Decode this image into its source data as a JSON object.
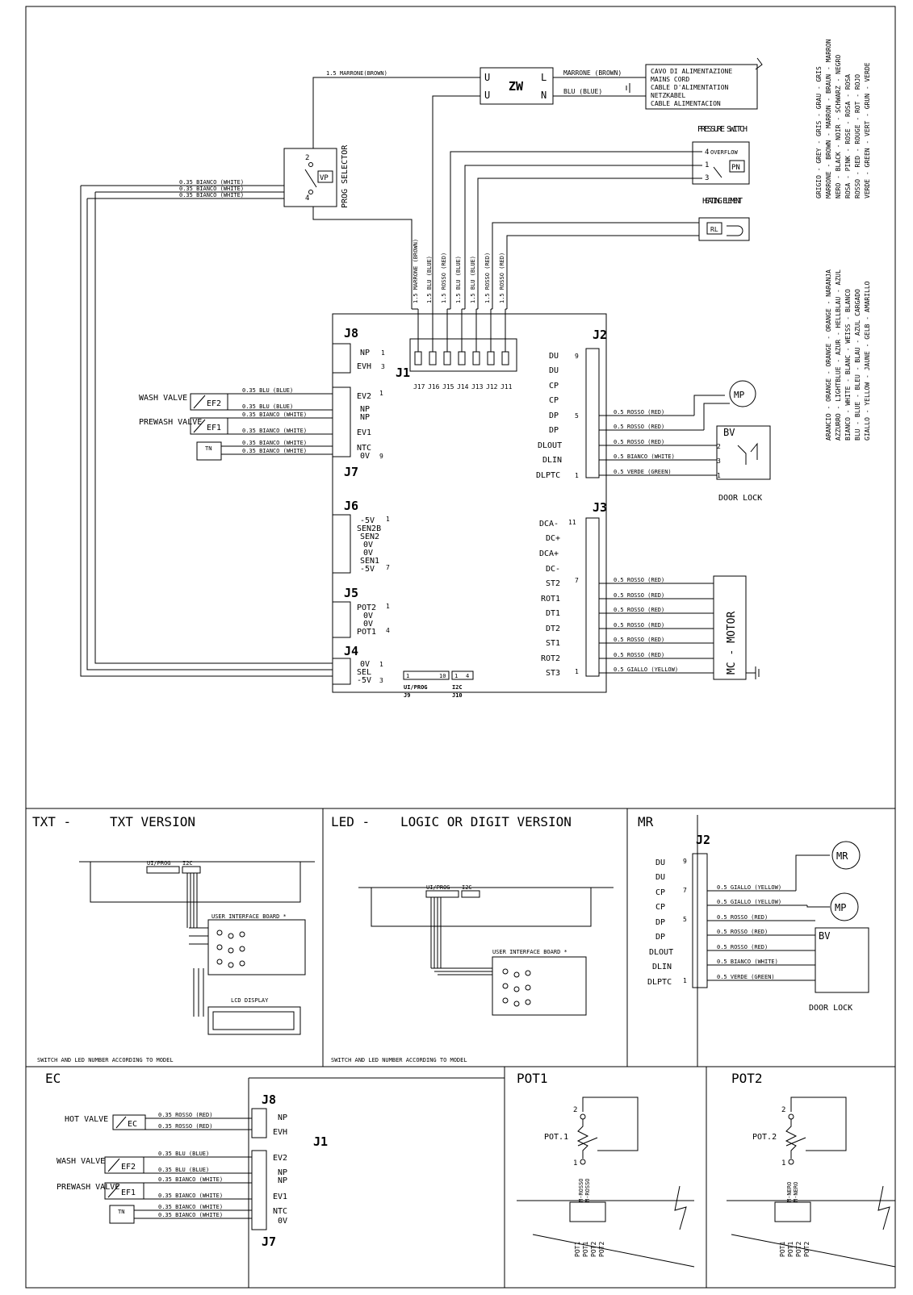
{
  "supply": {
    "zw": "ZW",
    "u1": "U",
    "u2": "U",
    "l": "L",
    "n": "N",
    "wire_brown_in": "1.5 MARRONE(BROWN)",
    "wire_brown_out": "MARRONE (BROWN)",
    "wire_blue_out": "BLU (BLUE)",
    "mains_cord": [
      "CAVO DI ALIMENTAZIONE",
      "MAINS CORD",
      "CABLE D'ALIMENTATION",
      "NETZKABEL",
      "CABLE ALIMENTACION"
    ]
  },
  "prog_selector": {
    "label": "PROG SELECTOR",
    "vp": "VP",
    "pin2": "2",
    "pin4": "4",
    "wires": [
      "0.35 BIANCO (WHITE)",
      "0.35 BIANCO (WHITE)",
      "0.35 BIANCO (WHITE)"
    ]
  },
  "pressure_switch": {
    "title": "PRESSURE SWITCH",
    "pn": "PN",
    "overflow": "OVERFLOW",
    "p4": "4",
    "p1": "1",
    "p3": "3"
  },
  "heating": {
    "title": "HEATING ELEMENT",
    "rl": "RL"
  },
  "j1": {
    "label": "J1",
    "wires": [
      "1.5 MARRONE (BROWN)",
      "1.5 BLU (BLUE)",
      "1.5 ROSSO (RED)",
      "1.5 BLU (BLUE)",
      "1.5 BLU (BLUE)",
      "1.5 ROSSO (RED)",
      "1.5 ROSSO (RED)"
    ],
    "pins": [
      "J17",
      "J16",
      "J15",
      "J14",
      "J13",
      "J12",
      "J11"
    ]
  },
  "left": {
    "j8": {
      "label": "J8",
      "pins": [
        "NP",
        "EVH"
      ],
      "n1": "1",
      "n3": "3"
    },
    "j7": {
      "label": "J7",
      "pins": [
        "EV2",
        "NP",
        "NP",
        "EV1",
        "NTC",
        "0V"
      ],
      "n1": "1",
      "n9": "9",
      "wires": [
        "0.35 BLU (BLUE)",
        "0.35 BLU (BLUE)",
        "0.35 BIANCO (WHITE)",
        "0.35 BIANCO (WHITE)",
        "0.35 BIANCO (WHITE)",
        "0.35 BIANCO (WHITE)"
      ]
    },
    "wash_valve": "WASH VALVE",
    "prewash_valve": "PREWASH VALVE",
    "ef2": "EF2",
    "ef1": "EF1",
    "tn": "TN",
    "j6": {
      "label": "J6",
      "pins": [
        "-5V",
        "SEN2B",
        "SEN2",
        "0V",
        "0V",
        "SEN1",
        "-5V"
      ],
      "n1": "1",
      "n7": "7"
    },
    "j5": {
      "label": "J5",
      "pins": [
        "POT2",
        "0V",
        "0V",
        "POT1"
      ],
      "n1": "1",
      "n4": "4"
    },
    "j4": {
      "label": "J4",
      "pins": [
        "0V",
        "SEL",
        "-5V"
      ],
      "n1": "1",
      "n3": "3"
    }
  },
  "j9": {
    "label": "UI/PROG",
    "sub": "J9",
    "a": "1",
    "b": "10"
  },
  "j10": {
    "label": "I2C",
    "sub": "J10",
    "a": "1",
    "b": "4"
  },
  "j2": {
    "label": "J2",
    "pins": [
      "DU",
      "DU",
      "CP",
      "CP",
      "DP",
      "DP",
      "DLOUT",
      "DLIN",
      "DLPTC"
    ],
    "n9": "9",
    "n5": "5",
    "n1": "1",
    "wires": [
      "0.5 ROSSO (RED)",
      "0.5 ROSSO (RED)",
      "0.5 ROSSO (RED)",
      "0.5 BIANCO (WHITE)",
      "0.5 VERDE (GREEN)"
    ],
    "mp": "MP",
    "bv": "BV",
    "door_lock": "DOOR LOCK",
    "bv_pins": [
      "2",
      "3",
      "1"
    ]
  },
  "j3": {
    "label": "J3",
    "pins": [
      "DCA-",
      "DC+",
      "DCA+",
      "DC-",
      "ST2",
      "ROT1",
      "DT1",
      "DT2",
      "ST1",
      "ROT2",
      "ST3"
    ],
    "n11": "11",
    "n7": "7",
    "n1": "1",
    "wires": [
      "0.5 ROSSO (RED)",
      "0.5 ROSSO (RED)",
      "0.5 ROSSO (RED)",
      "0.5 ROSSO (RED)",
      "0.5 ROSSO (RED)",
      "0.5 ROSSO (RED)",
      "0.5 GIALLO (YELLOW)"
    ],
    "motor": "MC - MOTOR"
  },
  "colors": {
    "it": [
      "GRIGIO - GREY - GRIS - GRAU - GRIS",
      "MARRONE - BROWN - MARRON - BRAUN - MARRON",
      "NERO - BLACK - NOIR - SCHWARZ - NEGRO",
      "ROSA - PINK - ROSE - ROSA - ROSA",
      "ROSSO - RED - ROUGE - ROT - ROJO",
      "VERDE - GREEN - VERT - GRUN - VERDE"
    ],
    "es": [
      "ARANCIO - ORANGE - ORANGE - ORANGE - NARANJA",
      "AZZURRO - LIGHTBLUE - AZUR - HELLBLAU - AZUL",
      "BIANCO - WHITE - BLANC - WEISS - BLANCO",
      "BLU - BLUE - BLEU - BLAU - AZUL CARGADO",
      "GIALLO - YELLOW - JAUNE - GELB - AMARILLO"
    ]
  },
  "panels": {
    "txt": {
      "code": "TXT -",
      "title": "TXT VERSION",
      "ui": "USER INTERFACE BOARD *",
      "lcd": "LCD DISPLAY",
      "note": "SWITCH AND LED NUMBER ACCORDING TO MODEL",
      "j9": "UI/PROG",
      "j10": "I2C"
    },
    "led": {
      "code": "LED -",
      "title": "LOGIC OR DIGIT VERSION",
      "ui": "USER INTERFACE BOARD *",
      "note": "SWITCH AND LED NUMBER ACCORDING TO MODEL",
      "j9": "UI/PROG",
      "j10": "I2C"
    },
    "mr": {
      "title": "MR",
      "j2": "J2",
      "pins": [
        "DU",
        "DU",
        "CP",
        "CP",
        "DP",
        "DP",
        "DLOUT",
        "DLIN",
        "DLPTC"
      ],
      "n9": "9",
      "n7": "7",
      "n5": "5",
      "n1": "1",
      "wires": [
        "0.5 GIALLO (YELLOW)",
        "0.5 GIALLO (YELLOW)",
        "0.5 ROSSO (RED)",
        "0.5 ROSSO (RED)",
        "0.5 ROSSO (RED)",
        "0.5 BIANCO (WHITE)",
        "0.5 VERDE (GREEN)"
      ],
      "mr": "MR",
      "mp": "MP",
      "bv": "BV",
      "door_lock": "DOOR LOCK"
    },
    "ec": {
      "title": "EC",
      "j8": "J8",
      "j7": "J7",
      "j1": "J1",
      "hot_valve": "HOT VALVE",
      "ec": "EC",
      "wash_valve": "WASH VALVE",
      "prewash_valve": "PREWASH VALVE",
      "ef2": "EF2",
      "ef1": "EF1",
      "tn": "TN",
      "pins": [
        "NP",
        "EVH",
        "EV2",
        "NP",
        "NP",
        "EV1",
        "NTC",
        "0V"
      ],
      "wires": [
        "0.35 ROSSO (RED)",
        "0.35 ROSSO (RED)",
        "0.35 BLU (BLUE)",
        "0.35 BLU (BLUE)",
        "0.35 BIANCO (WHITE)",
        "0.35 BIANCO (WHITE)",
        "0.35 BIANCO (WHITE)",
        "0.35 BIANCO (WHITE)"
      ]
    },
    "pot1": {
      "title": "POT1",
      "label": "POT.1",
      "p2": "2",
      "p1": "1",
      "w1": "M-ROSSO",
      "w2": "M-ROSSO",
      "pins": [
        "POT1",
        "POT1",
        "POT2",
        "POT2"
      ]
    },
    "pot2": {
      "title": "POT2",
      "label": "POT.2",
      "p2": "2",
      "p1": "1",
      "w1": "M-NERO",
      "w2": "M-NERO",
      "pins": [
        "POT1",
        "POT1",
        "POT2",
        "POT2"
      ]
    }
  }
}
